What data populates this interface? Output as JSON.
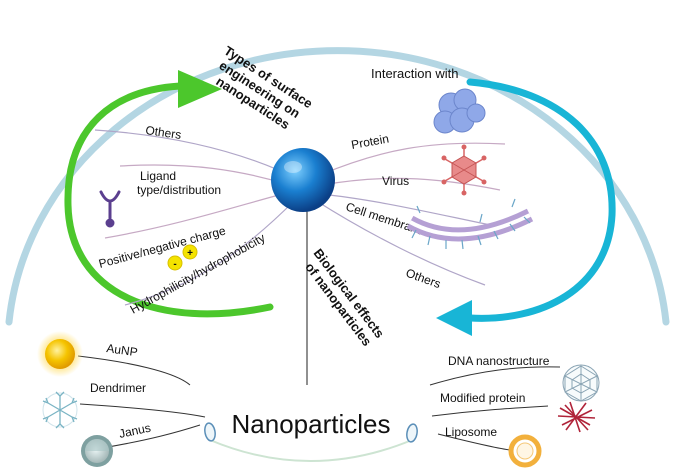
{
  "surface_title": [
    "Types of surface",
    "engineering on",
    "nanoparticles"
  ],
  "surface_types": [
    "Others",
    "Ligand",
    "type/distribution",
    "Positive/negative charge",
    "Hydrophilicity/hydrophobicity"
  ],
  "interaction_title": "Interaction with",
  "interactions": [
    "Protein",
    "Virus",
    "Cell membrane",
    "Others"
  ],
  "effects_title": [
    "Biological effects",
    "of nanoparticles"
  ],
  "center_title": "Nanoparticles",
  "left_types": [
    "AuNP",
    "Dendrimer",
    "Janus"
  ],
  "right_types": [
    "DNA nanostructure",
    "Modified protein",
    "Liposome"
  ],
  "icons": [
    "ligand-icon",
    "charge-icon",
    "protein-icon",
    "virus-icon",
    "cell-membrane-icon",
    "gold-nanoparticle-icon",
    "dendrimer-icon",
    "janus-particle-icon",
    "dna-nanostructure-icon",
    "modified-protein-icon",
    "liposome-icon",
    "nanoparticle-sphere-icon"
  ],
  "colors": {
    "arc": "#b4d6e3",
    "green": "#4cc72c",
    "cyan": "#18b5d6",
    "sphere": "#1a7fd0"
  }
}
